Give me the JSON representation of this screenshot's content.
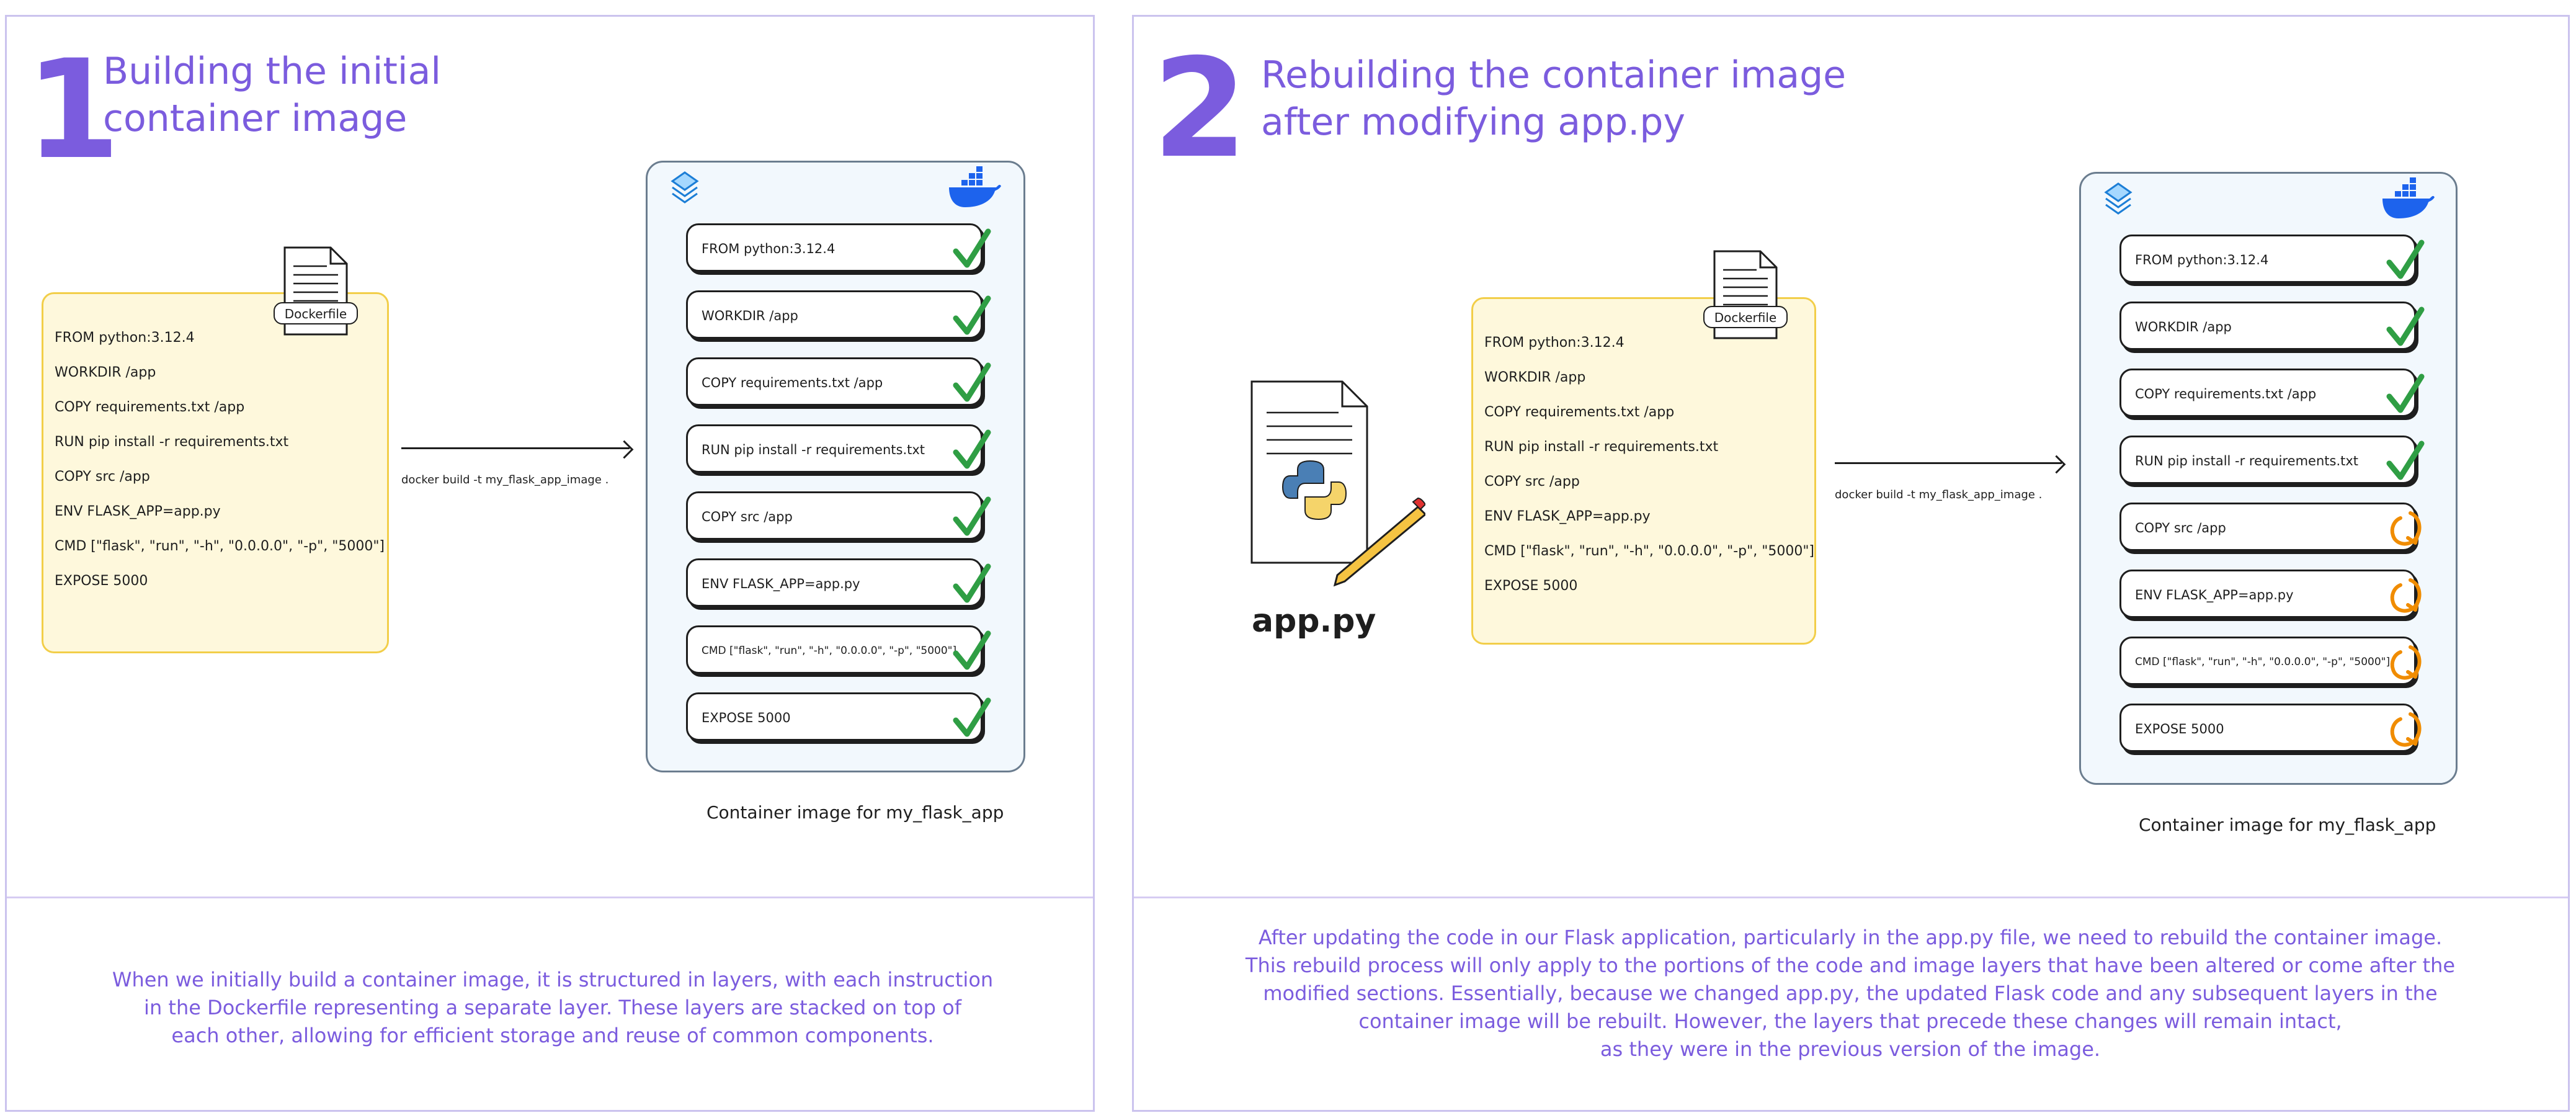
{
  "step1": {
    "number": "1",
    "title": "Building the initial\ncontainer image",
    "dockerfile_label": "Dockerfile",
    "dockerfile_lines": [
      "FROM python:3.12.4",
      "WORKDIR /app",
      "COPY requirements.txt /app",
      "RUN pip install -r requirements.txt",
      "COPY src /app",
      "ENV FLASK_APP=app.py",
      "CMD [\"flask\", \"run\", \"-h\", \"0.0.0.0\", \"-p\", \"5000\"]",
      "EXPOSE 5000"
    ],
    "build_command": "docker build -t my_flask_app_image .",
    "layers": [
      {
        "text": "FROM python:3.12.4",
        "status": "cached"
      },
      {
        "text": "WORKDIR /app",
        "status": "cached"
      },
      {
        "text": "COPY requirements.txt /app",
        "status": "cached"
      },
      {
        "text": "RUN pip install -r requirements.txt",
        "status": "cached"
      },
      {
        "text": "COPY src /app",
        "status": "cached"
      },
      {
        "text": "ENV FLASK_APP=app.py",
        "status": "cached"
      },
      {
        "text": "CMD [\"flask\", \"run\", \"-h\", \"0.0.0.0\", \"-p\", \"5000\"]",
        "status": "cached"
      },
      {
        "text": "EXPOSE 5000",
        "status": "cached"
      }
    ],
    "container_caption": "Container image for my_flask_app",
    "description_lines": [
      "When we initially build a container image, it is structured in layers, with each instruction",
      "in the Dockerfile representing a separate layer. These layers are stacked on top of",
      "each other, allowing for efficient storage and reuse of common components."
    ]
  },
  "step2": {
    "number": "2",
    "title": "Rebuilding the container image\nafter modifying app.py",
    "app_file_label": "app.py",
    "dockerfile_label": "Dockerfile",
    "dockerfile_lines": [
      "FROM python:3.12.4",
      "WORKDIR /app",
      "COPY requirements.txt /app",
      "RUN pip install -r requirements.txt",
      "COPY src /app",
      "ENV FLASK_APP=app.py",
      "CMD [\"flask\", \"run\", \"-h\", \"0.0.0.0\", \"-p\", \"5000\"]",
      "EXPOSE 5000"
    ],
    "build_command": "docker build -t my_flask_app_image .",
    "layers": [
      {
        "text": "FROM python:3.12.4",
        "status": "cached"
      },
      {
        "text": "WORKDIR /app",
        "status": "cached"
      },
      {
        "text": "COPY requirements.txt /app",
        "status": "cached"
      },
      {
        "text": "RUN pip install -r requirements.txt",
        "status": "cached"
      },
      {
        "text": "COPY src /app",
        "status": "rebuilt"
      },
      {
        "text": "ENV FLASK_APP=app.py",
        "status": "rebuilt"
      },
      {
        "text": "CMD [\"flask\", \"run\", \"-h\", \"0.0.0.0\", \"-p\", \"5000\"]",
        "status": "rebuilt"
      },
      {
        "text": "EXPOSE 5000",
        "status": "rebuilt"
      }
    ],
    "container_caption": "Container image for my_flask_app",
    "description_lines": [
      "After updating the code in our Flask application, particularly in the app.py file, we need to rebuild the container image.",
      "This rebuild process will only apply to the portions of the code and image layers that have been altered or come after the",
      "modified sections. Essentially, because we changed app.py, the updated Flask code and any subsequent layers in the",
      "container image will be rebuilt. However, the layers that precede these changes will remain intact,",
      "as they were in the previous version of the image."
    ]
  },
  "colors": {
    "accent_purple": "#7b5cde",
    "dockerfile_fill": "#fef8dc",
    "dockerfile_border": "#f2ce49",
    "container_fill": "#f2f8fd",
    "cached_check": "#2f9e44",
    "rebuild_arrow": "#f08c00",
    "docker_blue": "#1d63ed"
  },
  "icons": [
    "document-icon",
    "layers-icon",
    "docker-whale-icon",
    "checkmark-icon",
    "refresh-icon",
    "python-logo-icon",
    "pencil-icon"
  ]
}
